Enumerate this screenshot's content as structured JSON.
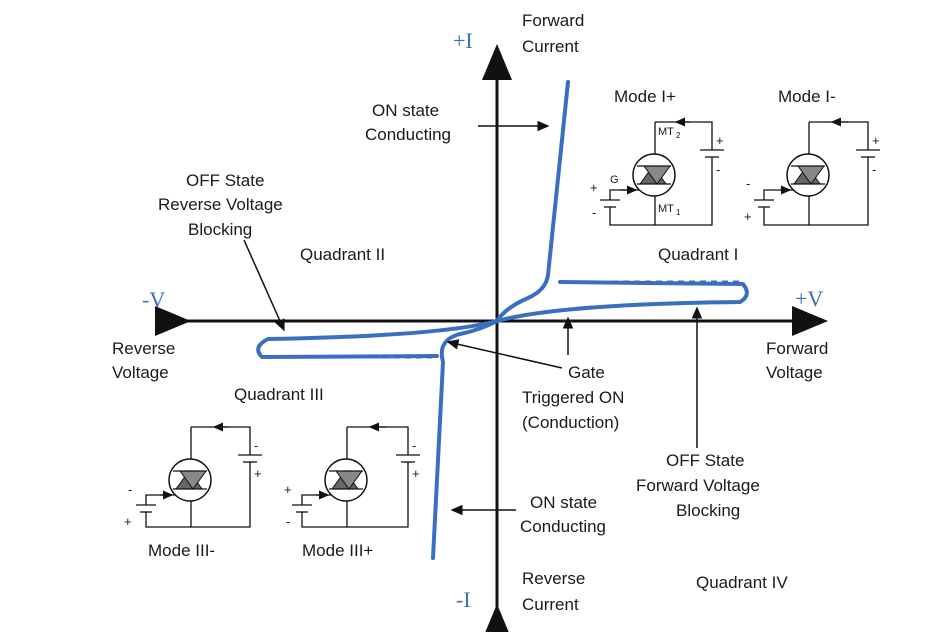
{
  "axes": {
    "plus_i": "+I",
    "minus_i": "-I",
    "plus_v": "+V",
    "minus_v": "-V",
    "forward_current": [
      "Forward",
      "Current"
    ],
    "reverse_current": [
      "Reverse",
      "Current"
    ],
    "forward_voltage": [
      "Forward",
      "Voltage"
    ],
    "reverse_voltage": [
      "Reverse",
      "Voltage"
    ]
  },
  "quadrants": {
    "q1": "Quadrant I",
    "q2": "Quadrant II",
    "q3": "Quadrant III",
    "q4": "Quadrant IV"
  },
  "annotations": {
    "on_state_top": [
      "ON state",
      "Conducting"
    ],
    "on_state_bottom": [
      "ON state",
      "Conducting"
    ],
    "off_reverse": [
      "OFF State",
      "Reverse Voltage",
      "Blocking"
    ],
    "off_forward": [
      "OFF State",
      "Forward Voltage",
      "Blocking"
    ],
    "gate": [
      "Gate",
      "Triggered ON",
      "(Conduction)"
    ]
  },
  "modes": {
    "m1p": "Mode I+",
    "m1m": "Mode I-",
    "m3m": "Mode III-",
    "m3p": "Mode III+"
  },
  "terminals": {
    "gate": "G",
    "mt2": "MT",
    "mt2_sub": "2",
    "mt1": "MT",
    "mt1_sub": "1"
  },
  "signs": {
    "plus": "+",
    "minus": "-"
  },
  "colors": {
    "curve": "#3a6fc0",
    "axis_label": "#3b6fb6"
  }
}
